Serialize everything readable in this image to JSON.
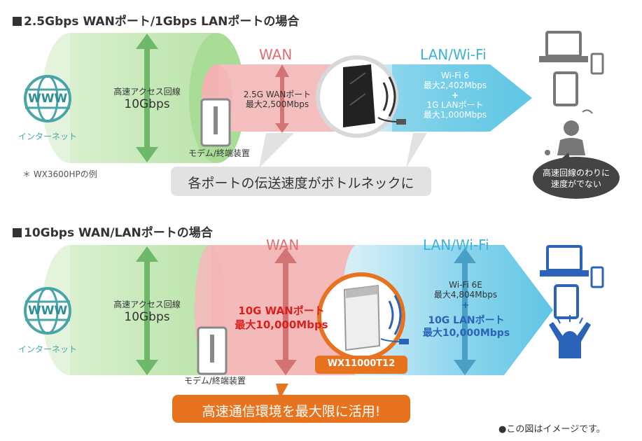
{
  "section1": {
    "heading": "2.5Gbps WANポート/1Gbps LANポートの場合",
    "wan_label": "WAN",
    "lan_label": "LAN/Wi-Fi",
    "www_label": "WWW",
    "internet_label": "インターネット",
    "line_label": "高速アクセス回線",
    "line_speed": "10Gbps",
    "wan_port": "2.5G WANポート",
    "wan_max": "最大2,500Mbps",
    "modem_label": "モデム/終端装置",
    "wifi": "Wi-Fi 6",
    "wifi_max": "最大2,402Mbps",
    "plus": "+",
    "lan_port": "1G LANポート",
    "lan_max": "最大1,000Mbps",
    "example_note": "＊ WX3600HPの例",
    "bottleneck": "各ポートの伝送速度がボトルネックに",
    "user_comment_line1": "高速回線のわりに",
    "user_comment_line2": "速度がでない"
  },
  "section2": {
    "heading": "10Gbps WAN/LANポートの場合",
    "wan_label": "WAN",
    "lan_label": "LAN/Wi-Fi",
    "www_label": "WWW",
    "internet_label": "インターネット",
    "line_label": "高速アクセス回線",
    "line_speed": "10Gbps",
    "wan_port": "10G WANポート",
    "wan_max": "最大10,000Mbps",
    "modem_label": "モデム/終端装置",
    "router_model": "WX11000T12",
    "wifi": "Wi-Fi 6E",
    "wifi_max": "最大4,804Mbps",
    "plus": "+",
    "lan_port": "10G LANポート",
    "lan_max": "最大10,000Mbps",
    "callout": "高速通信環境を最大限に活用!"
  },
  "footnote": "●この図はイメージです。",
  "colors": {
    "green": "#b9e3a8",
    "green_arrow": "#6fb86a",
    "wan_pink": "#f4b5b5",
    "lan_blue": "#5fc6e4",
    "orange": "#e8731e",
    "gray_box": "#e2e2e2",
    "device_gray": "#777777",
    "device_blue": "#2a63b8",
    "globe_teal": "#4aa5a8"
  },
  "icons": [
    "globe-icon",
    "modem-icon",
    "router-icon",
    "laptop-icon",
    "phone-icon",
    "tablet-icon",
    "confused-user-icon",
    "happy-user-icon"
  ]
}
